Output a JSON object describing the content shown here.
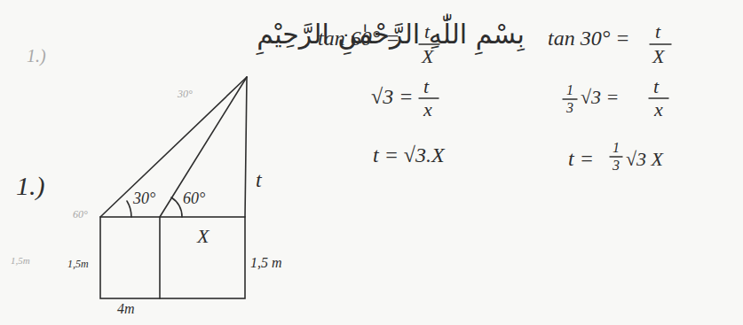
{
  "diagram": {
    "labels": [
      "بِسْمِ اللّٰهِ الرَّحْمٰنِ الرَّحِيْمِ",
      "1.)",
      "30°",
      "60°",
      "t",
      "X",
      "1,5m",
      "1,5 m",
      "4m",
      "tan 60° =",
      "t",
      "X",
      "√3 =",
      "t",
      "x",
      "t = √3.X",
      "tan 30° =",
      "t",
      "X",
      "1",
      "3",
      "√3 =",
      "t",
      "x",
      "t =",
      "1",
      "3",
      "√3 X",
      "60°",
      "1,5m",
      "1.)",
      "30°"
    ]
  }
}
